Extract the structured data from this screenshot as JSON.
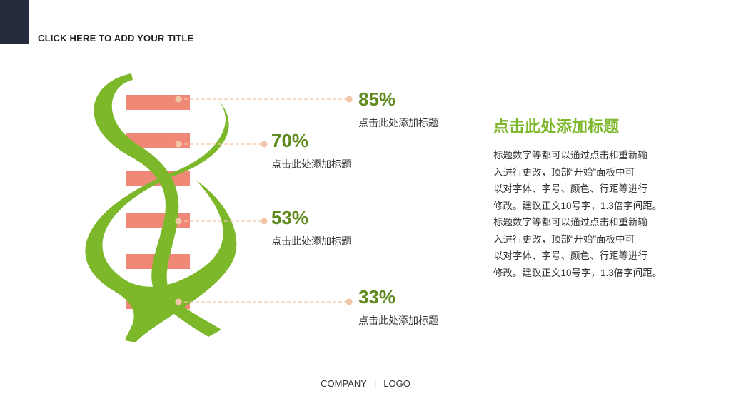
{
  "header": {
    "title": "CLICK HERE TO ADD YOUR TITLE"
  },
  "stats": [
    {
      "value": "85%",
      "caption": "点击此处添加标题"
    },
    {
      "value": "70%",
      "caption": "点击此处添加标题"
    },
    {
      "value": "53%",
      "caption": "点击此处添加标题"
    },
    {
      "value": "33%",
      "caption": "点击此处添加标题"
    }
  ],
  "side": {
    "heading": "点击此处添加标题",
    "lines": [
      "标题数字等都可以通过点击和重新输",
      "入进行更改，顶部“开始”面板中可",
      "以对字体、字号、颜色、行距等进行",
      "修改。建议正文10号字，1.3倍字间距。",
      "标题数字等都可以通过点击和重新输",
      "入进行更改，顶部“开始”面板中可",
      "以对字体、字号、颜色、行距等进行",
      "修改。建议正文10号字，1.3倍字间距。"
    ]
  },
  "footer": {
    "company": "COMPANY",
    "separator": "|",
    "logo": "LOGO"
  },
  "colors": {
    "strand": "#7cb82a",
    "rung": "#f08878",
    "connector": "#f2c6a8",
    "value": "#5e8a1e",
    "corner": "#262c3e"
  }
}
